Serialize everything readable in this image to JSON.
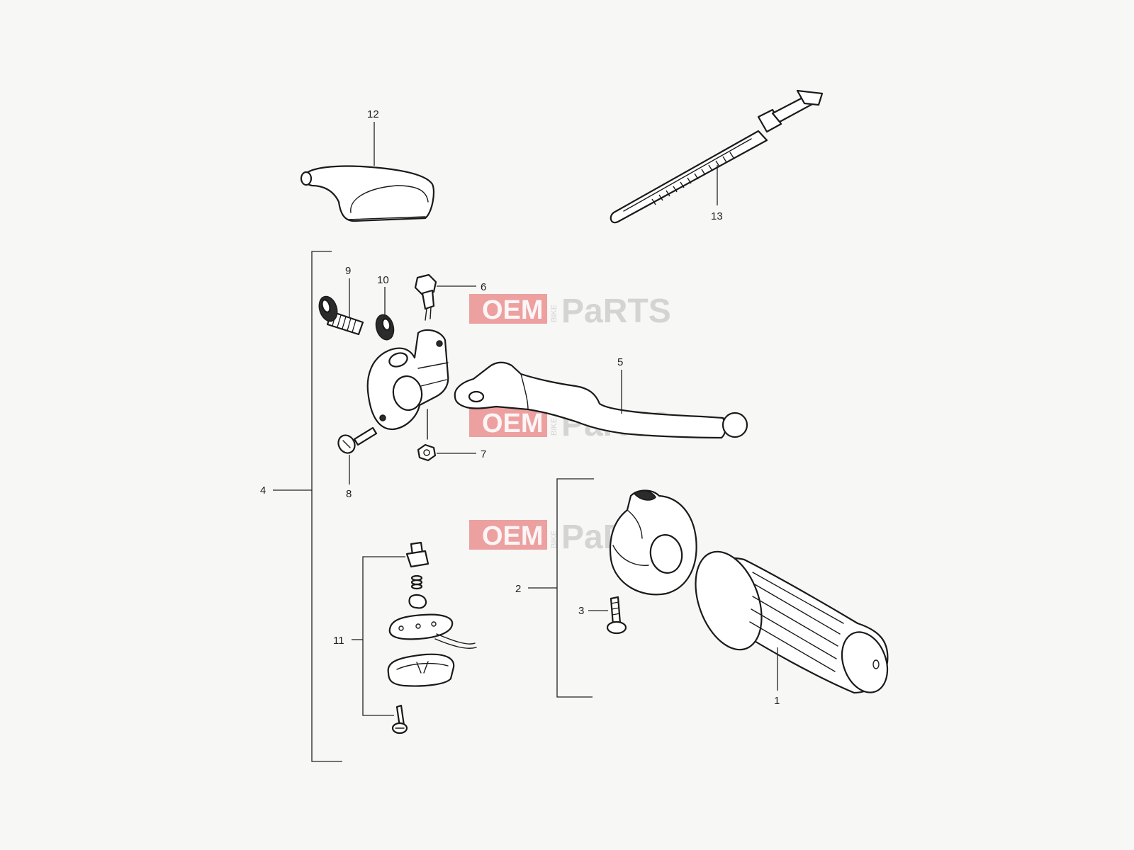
{
  "callouts": [
    {
      "id": "1",
      "text": "1"
    },
    {
      "id": "2",
      "text": "2"
    },
    {
      "id": "3",
      "text": "3"
    },
    {
      "id": "4",
      "text": "4"
    },
    {
      "id": "5",
      "text": "5"
    },
    {
      "id": "6",
      "text": "6"
    },
    {
      "id": "7",
      "text": "7"
    },
    {
      "id": "8",
      "text": "8"
    },
    {
      "id": "9",
      "text": "9"
    },
    {
      "id": "10",
      "text": "10"
    },
    {
      "id": "11",
      "text": "11"
    },
    {
      "id": "12",
      "text": "12"
    },
    {
      "id": "13",
      "text": "13"
    }
  ],
  "watermark": {
    "oem": "OEM",
    "bike": "BIKE",
    "parts": "PaRTS",
    "accent_color": "#e35a5a"
  },
  "icons": [
    "handlebar-grip-icon",
    "throttle-housing-icon",
    "screw-icon",
    "clutch-lever-icon",
    "lever-holder-icon",
    "bolt-icon",
    "nut-icon",
    "adjuster-bolt-icon",
    "lock-nut-icon",
    "switch-assembly-icon",
    "lever-cover-icon",
    "cable-tie-icon"
  ]
}
